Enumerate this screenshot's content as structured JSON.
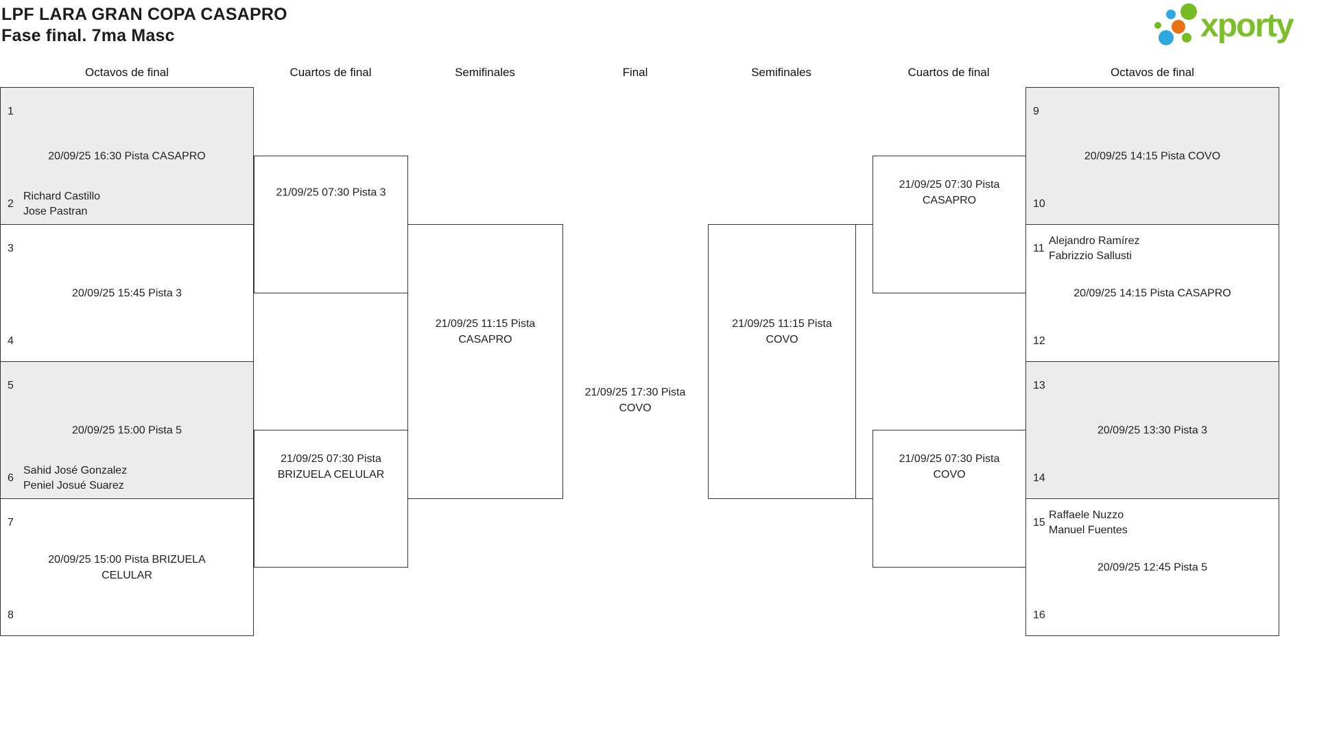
{
  "header": {
    "title": "LPF LARA GRAN COPA CASAPRO",
    "subtitle": "Fase final. 7ma Masc"
  },
  "logo": {
    "brand": "xporty"
  },
  "colors": {
    "brand_green": "#76bc21",
    "brand_blue": "#2ea9e0",
    "brand_orange": "#e87211",
    "box_border": "#333333",
    "shaded_box_bg": "#ececec"
  },
  "rounds": {
    "labels": [
      "Octavos de final",
      "Cuartos de final",
      "Semifinales",
      "Final",
      "Semifinales",
      "Cuartos de final",
      "Octavos de final"
    ]
  },
  "bracket": {
    "oct_left": [
      {
        "seed_top": "1",
        "seed_bottom": "2",
        "date": "20/09/25 16:30 Pista CASAPRO",
        "player1": "Richard Castillo",
        "player2": "Jose Pastran"
      },
      {
        "seed_top": "3",
        "seed_bottom": "4",
        "date": "20/09/25 15:45 Pista 3"
      },
      {
        "seed_top": "5",
        "seed_bottom": "6",
        "date": "20/09/25 15:00 Pista 5",
        "player1": "Sahid José Gonzalez",
        "player2": "Peniel Josué Suarez"
      },
      {
        "seed_top": "7",
        "seed_bottom": "8",
        "date1": "20/09/25 15:00 Pista BRIZUELA",
        "date2": "CELULAR"
      }
    ],
    "qf_left": [
      {
        "l1": "21/09/25 07:30 Pista 3",
        "l2": ""
      },
      {
        "l1": "21/09/25 07:30 Pista",
        "l2": "BRIZUELA CELULAR"
      }
    ],
    "sf_left": {
      "l1": "21/09/25 11:15 Pista",
      "l2": "CASAPRO"
    },
    "final": {
      "l1": "21/09/25 17:30 Pista",
      "l2": "COVO"
    },
    "sf_right": {
      "l1": "21/09/25 11:15 Pista",
      "l2": "COVO"
    },
    "qf_right": [
      {
        "l1": "21/09/25 07:30 Pista",
        "l2": "CASAPRO"
      },
      {
        "l1": "21/09/25 07:30 Pista",
        "l2": "COVO"
      }
    ],
    "oct_right": [
      {
        "seed_top": "9",
        "seed_bottom": "10",
        "date": "20/09/25 14:15 Pista COVO"
      },
      {
        "seed_top": "11",
        "seed_bottom": "12",
        "date": "20/09/25 14:15 Pista CASAPRO",
        "player1": "Alejandro Ramírez",
        "player2": "Fabrizzio Sallusti"
      },
      {
        "seed_top": "13",
        "seed_bottom": "14",
        "date": "20/09/25 13:30 Pista 3"
      },
      {
        "seed_top": "15",
        "seed_bottom": "16",
        "date": "20/09/25 12:45 Pista 5",
        "player1": "Raffaele Nuzzo",
        "player2": "Manuel Fuentes"
      }
    ]
  }
}
